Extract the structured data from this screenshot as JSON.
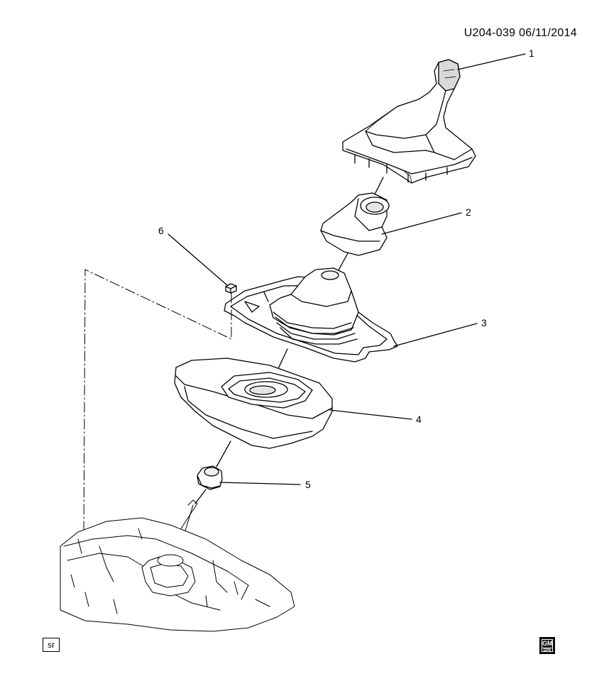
{
  "header": {
    "code": "U204-039  06/11/2014"
  },
  "callouts": [
    {
      "number": "1"
    },
    {
      "number": "2"
    },
    {
      "number": "3"
    },
    {
      "number": "4"
    },
    {
      "number": "5"
    },
    {
      "number": "6"
    }
  ],
  "footer": {
    "section_code": "sr",
    "logo_text": "GM",
    "logo_sub": "GPA"
  }
}
